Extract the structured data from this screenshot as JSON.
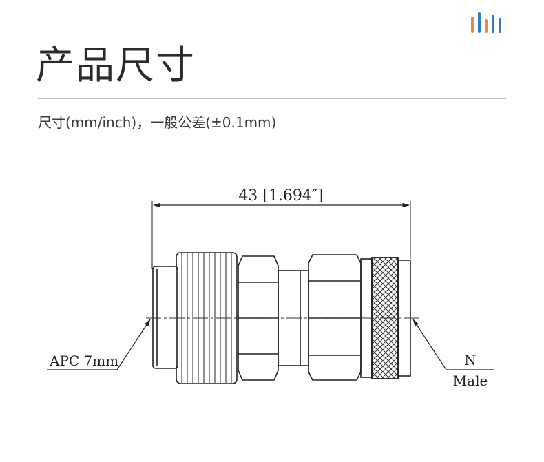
{
  "header": {
    "title": "产品尺寸",
    "subtitle": "尺寸(mm/inch)，一般公差(±0.1mm)",
    "logo_colors": [
      "#f28b30",
      "#2f7ec4",
      "#f28b30",
      "#2f7ec4",
      "#2f7ec4"
    ]
  },
  "drawing": {
    "dimension_label": "43 [1.694″]",
    "left_connector_label": "APC 7mm",
    "right_connector_label_line1": "N",
    "right_connector_label_line2": "Male"
  }
}
